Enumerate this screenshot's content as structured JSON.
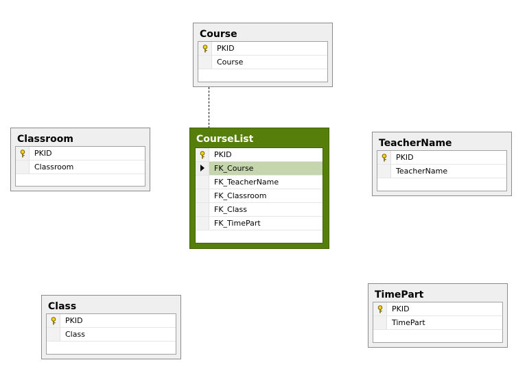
{
  "tables": {
    "course": {
      "title": "Course",
      "columns": [
        "PKID",
        "Course"
      ]
    },
    "courselist": {
      "title": "CourseList",
      "columns": [
        "PKID",
        "FK_Course",
        "FK_TeacherName",
        "FK_Classroom",
        "FK_Class",
        "FK_TimePart"
      ]
    },
    "classroom": {
      "title": "Classroom",
      "columns": [
        "PKID",
        "Classroom"
      ]
    },
    "teachername": {
      "title": "TeacherName",
      "columns": [
        "PKID",
        "TeacherName"
      ]
    },
    "class": {
      "title": "Class",
      "columns": [
        "PKID",
        "Class"
      ]
    },
    "timepart": {
      "title": "TimePart",
      "columns": [
        "PKID",
        "TimePart"
      ]
    }
  },
  "selected_row": "FK_Course",
  "colors": {
    "active_table": "#557f0a",
    "selected_row": "#c6d6ac"
  },
  "icons": {
    "primary_key": "key-icon",
    "current_row": "arrow-icon"
  }
}
